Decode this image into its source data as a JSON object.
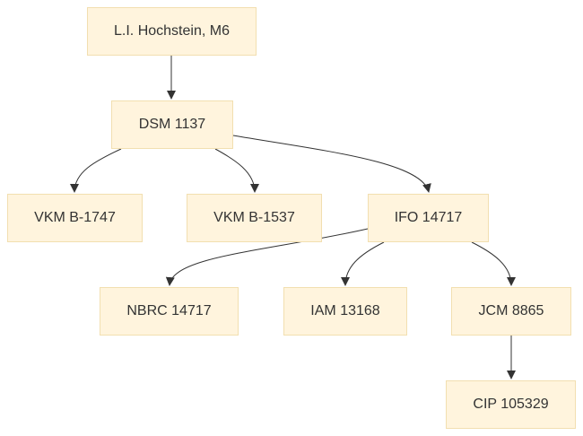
{
  "diagram": {
    "nodes": {
      "hochstein": "L.I. Hochstein, M6",
      "dsm": "DSM 1137",
      "vkm1747": "VKM B-1747",
      "vkm1537": "VKM B-1537",
      "ifo": "IFO 14717",
      "nbrc": "NBRC 14717",
      "iam": "IAM 13168",
      "jcm": "JCM 8865",
      "cip": "CIP 105329"
    },
    "edges": [
      {
        "from": "L.I. Hochstein, M6",
        "to": "DSM 1137"
      },
      {
        "from": "DSM 1137",
        "to": "VKM B-1747"
      },
      {
        "from": "DSM 1137",
        "to": "VKM B-1537"
      },
      {
        "from": "DSM 1137",
        "to": "IFO 14717"
      },
      {
        "from": "IFO 14717",
        "to": "NBRC 14717"
      },
      {
        "from": "IFO 14717",
        "to": "IAM 13168"
      },
      {
        "from": "IFO 14717",
        "to": "JCM 8865"
      },
      {
        "from": "JCM 8865",
        "to": "CIP 105329"
      }
    ],
    "colors": {
      "node_fill": "#fff4dd",
      "node_border": "#f2dfb0",
      "edge": "#333333",
      "text": "#333333"
    }
  }
}
